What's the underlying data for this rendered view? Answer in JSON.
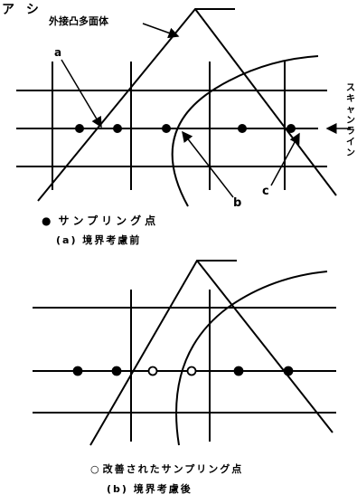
{
  "header_fragment": "ア シ",
  "labels": {
    "polyhedron": "外接凸多面体",
    "a": "a",
    "b": "b",
    "c": "c",
    "scanline": "スキャンライン"
  },
  "legend_a": {
    "symbol": "●",
    "text": "サンプリング点"
  },
  "caption_a": "(a) 境界考慮前",
  "legend_b": {
    "symbol": "○",
    "text": "改善されたサンプリング点"
  },
  "caption_b": "(b) 境界考慮後"
}
